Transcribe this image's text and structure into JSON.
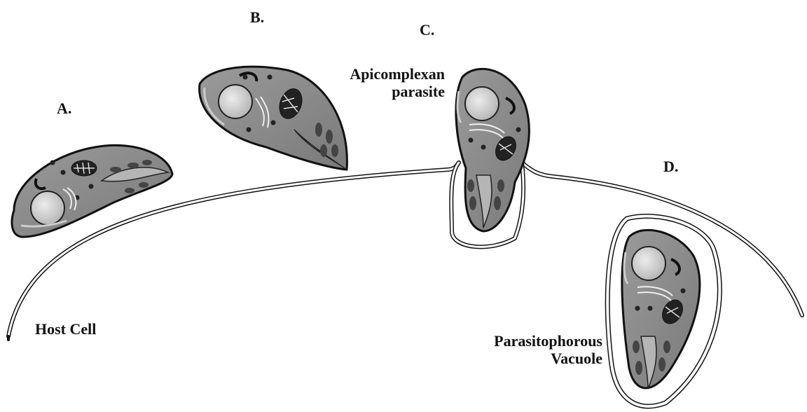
{
  "labels": {
    "stage_a": "A.",
    "stage_b": "B.",
    "stage_c": "C.",
    "stage_d": "D.",
    "apicomplexan_line1": "Apicomplexan",
    "apicomplexan_line2": "parasite",
    "host_cell": "Host Cell",
    "vacuole_line1": "Parasitophorous",
    "vacuole_line2": "Vacuole"
  },
  "colors": {
    "parasite_body": "#8c8c8c",
    "organelle_dark": "#3a3a3a",
    "nucleus": "#d0d0d0",
    "outline": "#111111"
  }
}
